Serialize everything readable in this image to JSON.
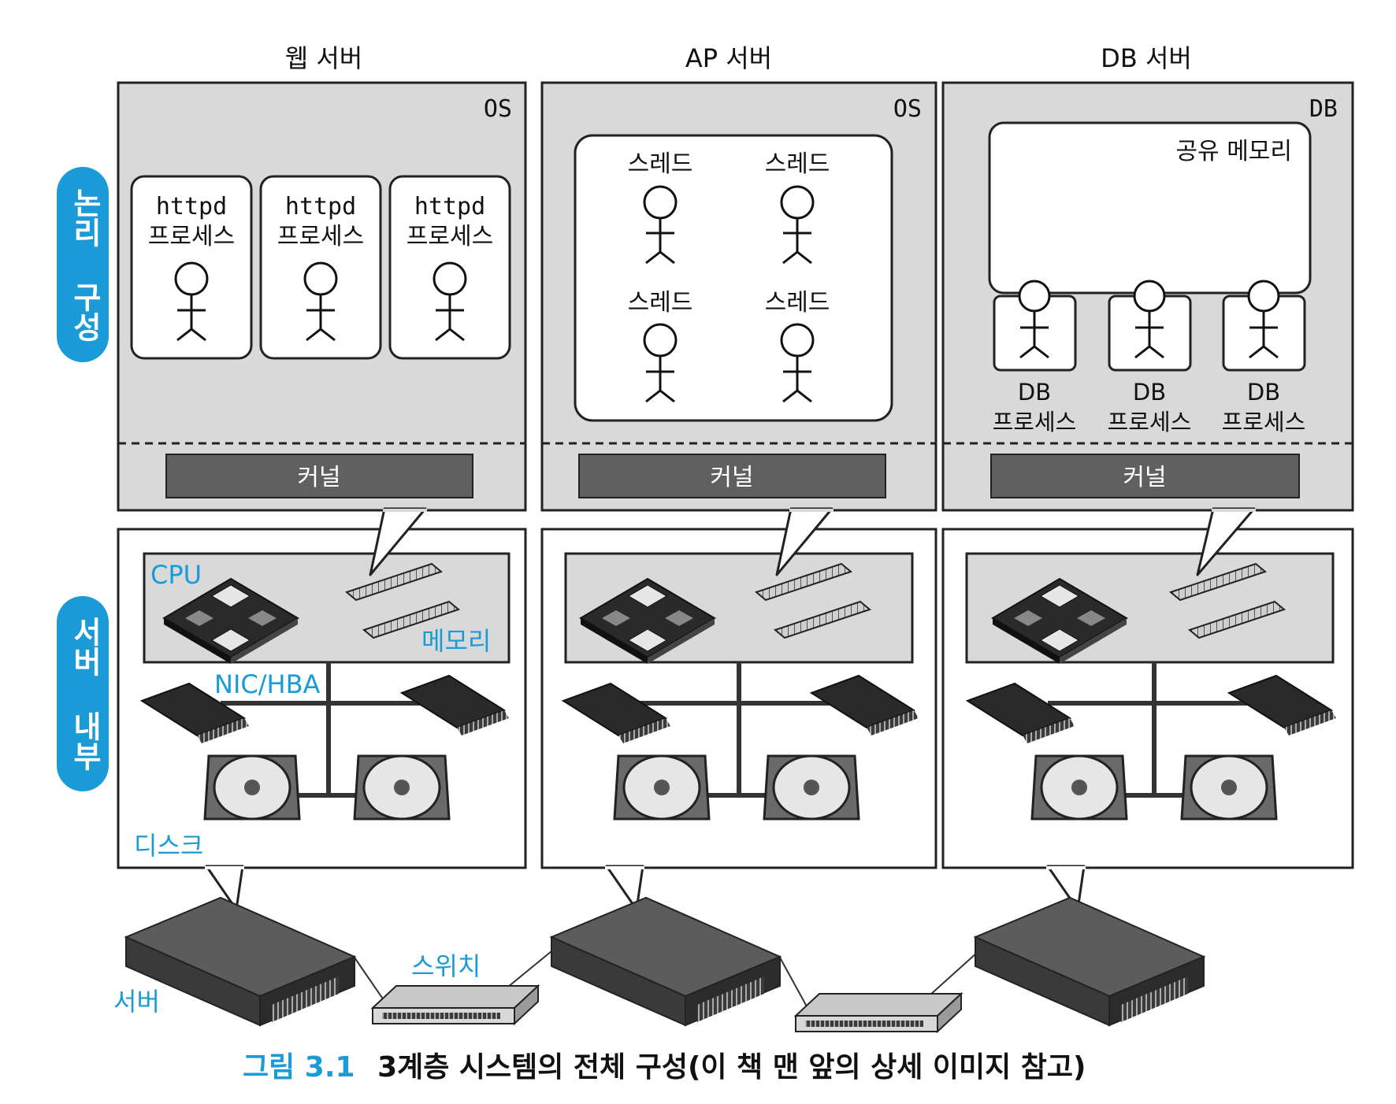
{
  "servers": [
    {
      "title": "웹 서버",
      "layer": "OS",
      "kernel": "커널"
    },
    {
      "title": "AP 서버",
      "layer": "OS",
      "kernel": "커널"
    },
    {
      "title": "DB 서버",
      "layer": "DB",
      "kernel": "커널"
    }
  ],
  "side_labels": {
    "logical": "논리 구성",
    "internal": "서버 내부"
  },
  "web": {
    "process_line1": "httpd",
    "process_line2": "프로세스"
  },
  "ap": {
    "thread": "스레드"
  },
  "db": {
    "shared_memory": "공유 메모리",
    "process_line1": "DB",
    "process_line2": "프로세스"
  },
  "hardware_labels": {
    "cpu": "CPU",
    "memory": "메모리",
    "nic": "NIC/HBA",
    "disk": "디스크",
    "server": "서버",
    "switch": "스위치"
  },
  "caption": {
    "number": "그림 3.1",
    "text": "3계층 시스템의 전체 구성(이 책 맨 앞의 상세 이미지 참고)"
  },
  "colors": {
    "accent": "#1a9ad6",
    "panel": "#d9d9d9",
    "kernel": "#606060",
    "dark": "#222222"
  }
}
